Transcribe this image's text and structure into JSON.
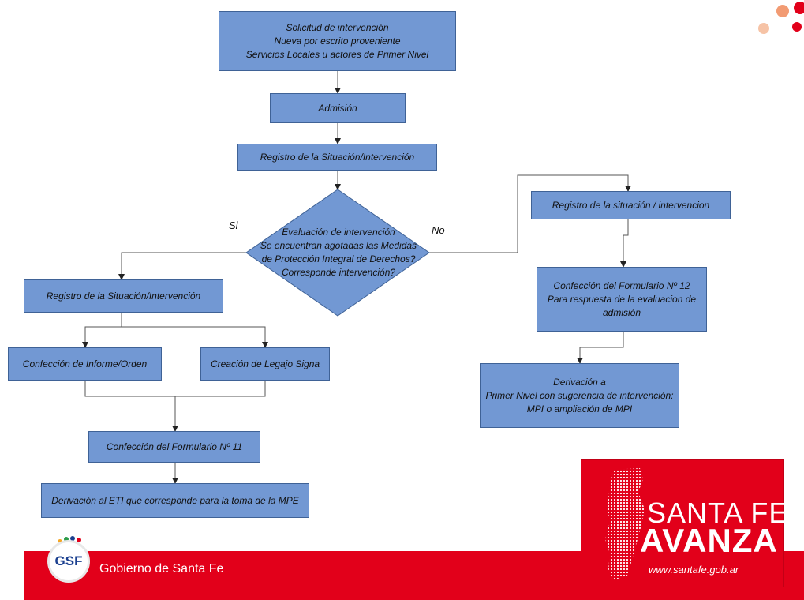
{
  "flow": {
    "request": [
      "Solicitud de intervención",
      "Nueva por escrito proveniente",
      "Servicios Locales u actores de Primer Nivel"
    ],
    "admission": "Admisión",
    "register_top": "Registro de la Situación/Intervención",
    "decision": [
      "Evaluación de intervención",
      "Se encuentran agotadas las Medidas",
      "de Protección Integral de Derechos?",
      "Corresponde intervención?"
    ],
    "yes_label": "Si",
    "no_label": "No",
    "yes_branch": {
      "register": "Registro de la Situación/Intervención",
      "report": "Confección de Informe/Orden",
      "legajo": "Creación de Legajo Signa",
      "form11": "Confección del Formulario Nº 11",
      "derivation": "Derivación al ETI que corresponde para la toma de la MPE"
    },
    "no_branch": {
      "register": "Registro de la situación / intervencion",
      "form12": [
        "Confección del Formulario Nº 12",
        "Para respuesta de la evaluacion de",
        "admisión"
      ],
      "derivation": [
        "Derivación a",
        "Primer Nivel con sugerencia de intervención:",
        "MPI o ampliación de MPI"
      ]
    }
  },
  "footer": {
    "logo_text": "GSF",
    "government_name": "Gobierno de Santa Fe",
    "brand_line1": "SANTA FE",
    "brand_line2": "AVANZA",
    "website": "www.santafe.gob.ar"
  },
  "colors": {
    "box_fill": "#7298d3",
    "box_border": "#3f6296",
    "brand_red": "#e2001a",
    "logo_blue": "#1a3f8f"
  },
  "icons": [
    "province-map-icon",
    "gsf-logo",
    "decorative-dots-icon"
  ]
}
